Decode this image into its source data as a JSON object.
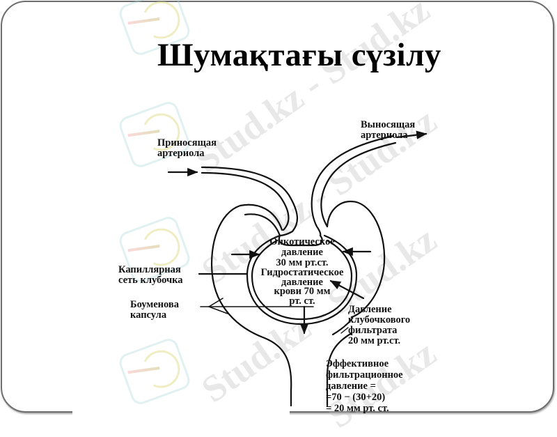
{
  "slide": {
    "title": "Шумақтағы сүзілу",
    "border_color": "#6e6e6e",
    "background": "#ffffff"
  },
  "watermark": {
    "text": "Stud.kz",
    "text_alt": "Stud.kz - Stud.kz",
    "icon": "hummingbird-logo-icon"
  },
  "diagram": {
    "labels": {
      "afferent": [
        "Приносящая",
        "артериола"
      ],
      "efferent": [
        "Выносящая",
        "артериола"
      ],
      "oncotic": [
        "Онкотическое",
        "давление",
        "30 мм рт.ст."
      ],
      "hydrostatic": [
        "Гидростатическое",
        "давление",
        "крови 70 мм",
        "рт. ст."
      ],
      "capillary": [
        "Капиллярная",
        "сеть клубочка"
      ],
      "bowman": [
        "Боуменова",
        "капсула"
      ],
      "filtrate": [
        "Давление",
        "клубочкового",
        "фильтрата",
        "20 мм рт.ст."
      ],
      "effective": [
        "Эффективное",
        "фильтрационное",
        "давление =",
        "=70 − (30+20)",
        "= 20 мм рт. ст."
      ]
    }
  }
}
